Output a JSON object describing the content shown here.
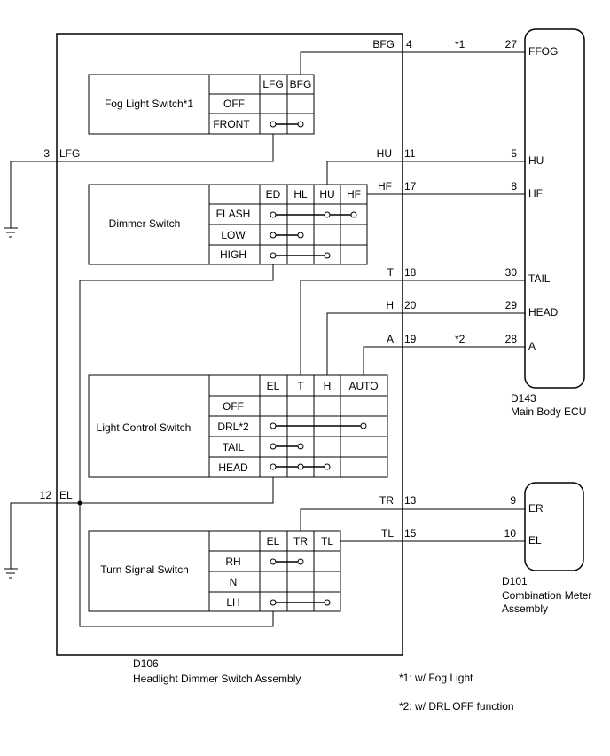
{
  "assembly": {
    "connector": "D106",
    "name": "Headlight Dimmer Switch Assembly"
  },
  "ecu": {
    "connector": "D143",
    "name": "Main Body ECU",
    "pins": [
      {
        "num": "27",
        "name": "FFOG"
      },
      {
        "num": "5",
        "name": "HU"
      },
      {
        "num": "8",
        "name": "HF"
      },
      {
        "num": "30",
        "name": "TAIL"
      },
      {
        "num": "29",
        "name": "HEAD"
      },
      {
        "num": "28",
        "name": "A"
      }
    ]
  },
  "meter": {
    "connector": "D101",
    "name_line1": "Combination Meter",
    "name_line2": "Assembly",
    "pins": [
      {
        "num": "9",
        "name": "ER"
      },
      {
        "num": "10",
        "name": "EL"
      }
    ]
  },
  "wires": {
    "bfg": {
      "pin": "4",
      "label": "BFG",
      "note": "*1"
    },
    "lfg": {
      "pin": "3",
      "label": "LFG"
    },
    "hu": {
      "pin": "11",
      "label": "HU"
    },
    "hf": {
      "pin": "17",
      "label": "HF"
    },
    "t": {
      "pin": "18",
      "label": "T"
    },
    "h": {
      "pin": "20",
      "label": "H"
    },
    "a": {
      "pin": "19",
      "label": "A",
      "note": "*2"
    },
    "el": {
      "pin": "12",
      "label": "EL"
    },
    "tr": {
      "pin": "13",
      "label": "TR"
    },
    "tl": {
      "pin": "15",
      "label": "TL"
    }
  },
  "switches": {
    "fog": {
      "title": "Fog Light Switch*1",
      "columns": [
        "LFG",
        "BFG"
      ],
      "rows": [
        "OFF",
        "FRONT"
      ]
    },
    "dimmer": {
      "title": "Dimmer Switch",
      "columns": [
        "ED",
        "HL",
        "HU",
        "HF"
      ],
      "rows": [
        "FLASH",
        "LOW",
        "HIGH"
      ]
    },
    "light": {
      "title": "Light Control Switch",
      "columns": [
        "EL",
        "T",
        "H",
        "AUTO"
      ],
      "rows": [
        "OFF",
        "DRL*2",
        "TAIL",
        "HEAD"
      ]
    },
    "turn": {
      "title": "Turn Signal Switch",
      "columns": [
        "EL",
        "TR",
        "TL"
      ],
      "rows": [
        "RH",
        "N",
        "LH"
      ]
    }
  },
  "notes": {
    "n1": "*1: w/ Fog Light",
    "n2": "*2: w/ DRL OFF function"
  }
}
